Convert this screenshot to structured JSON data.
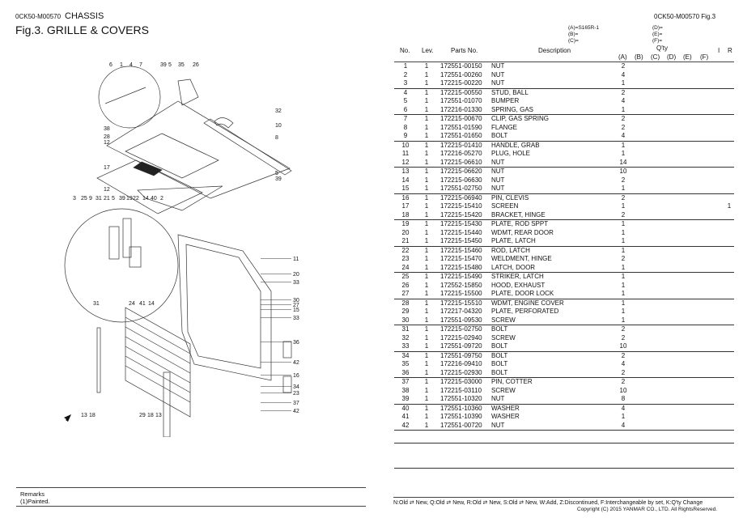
{
  "header": {
    "doc_code": "0CK50-M00570",
    "section": "CHASSIS",
    "figure_title": "Fig.3.  GRILLE & COVERS",
    "right_code": "0CK50-M00570   Fig.3",
    "models_left": [
      "(A)=S165R-1",
      "(B)=",
      "(C)="
    ],
    "models_right": [
      "(D)=",
      "(E)=",
      "(F)="
    ]
  },
  "table": {
    "columns": {
      "no": "No.",
      "lev": "Lev.",
      "parts_no": "Parts No.",
      "description": "Description",
      "qty": "Q'ty",
      "a": "(A)",
      "b": "(B)",
      "c": "(C)",
      "d": "(D)",
      "e": "(E)",
      "f": "(F)",
      "i": "I",
      "r": "R"
    },
    "rows": [
      {
        "no": "1",
        "lev": "1",
        "pn": "172551-00150",
        "desc": "NUT",
        "a": "2",
        "r": ""
      },
      {
        "no": "2",
        "lev": "1",
        "pn": "172551-00260",
        "desc": "NUT",
        "a": "4",
        "r": ""
      },
      {
        "no": "3",
        "lev": "1",
        "pn": "172215-00220",
        "desc": "NUT",
        "a": "1",
        "r": ""
      },
      {
        "no": "4",
        "lev": "1",
        "pn": "172215-00550",
        "desc": "STUD, BALL",
        "a": "2",
        "r": ""
      },
      {
        "no": "5",
        "lev": "1",
        "pn": "172551-01070",
        "desc": "BUMPER",
        "a": "4",
        "r": ""
      },
      {
        "no": "6",
        "lev": "1",
        "pn": "172216-01330",
        "desc": "SPRING, GAS",
        "a": "1",
        "r": ""
      },
      {
        "no": "7",
        "lev": "1",
        "pn": "172215-00670",
        "desc": "CLIP, GAS SPRING",
        "a": "2",
        "r": ""
      },
      {
        "no": "8",
        "lev": "1",
        "pn": "172551-01590",
        "desc": "FLANGE",
        "a": "2",
        "r": ""
      },
      {
        "no": "9",
        "lev": "1",
        "pn": "172551-01650",
        "desc": "BOLT",
        "a": "4",
        "r": ""
      },
      {
        "no": "10",
        "lev": "1",
        "pn": "172215-01410",
        "desc": "HANDLE, GRAB",
        "a": "1",
        "r": ""
      },
      {
        "no": "11",
        "lev": "1",
        "pn": "172216-05270",
        "desc": "PLUG, HOLE",
        "a": "1",
        "r": ""
      },
      {
        "no": "12",
        "lev": "1",
        "pn": "172215-06610",
        "desc": "NUT",
        "a": "14",
        "r": ""
      },
      {
        "no": "13",
        "lev": "1",
        "pn": "172215-06620",
        "desc": "NUT",
        "a": "10",
        "r": ""
      },
      {
        "no": "14",
        "lev": "1",
        "pn": "172215-06630",
        "desc": "NUT",
        "a": "2",
        "r": ""
      },
      {
        "no": "15",
        "lev": "1",
        "pn": "172551-02750",
        "desc": "NUT",
        "a": "1",
        "r": ""
      },
      {
        "no": "16",
        "lev": "1",
        "pn": "172215-06940",
        "desc": "PIN, CLEVIS",
        "a": "2",
        "r": ""
      },
      {
        "no": "17",
        "lev": "1",
        "pn": "172215-15410",
        "desc": "SCREEN",
        "a": "1",
        "r": "1"
      },
      {
        "no": "18",
        "lev": "1",
        "pn": "172215-15420",
        "desc": "BRACKET, HINGE",
        "a": "2",
        "r": ""
      },
      {
        "no": "19",
        "lev": "1",
        "pn": "172215-15430",
        "desc": "PLATE, ROD SPPT",
        "a": "1",
        "r": ""
      },
      {
        "no": "20",
        "lev": "1",
        "pn": "172215-15440",
        "desc": "WDMT, REAR DOOR",
        "a": "1",
        "r": ""
      },
      {
        "no": "21",
        "lev": "1",
        "pn": "172215-15450",
        "desc": "PLATE, LATCH",
        "a": "1",
        "r": ""
      },
      {
        "no": "22",
        "lev": "1",
        "pn": "172215-15460",
        "desc": "ROD, LATCH",
        "a": "1",
        "r": ""
      },
      {
        "no": "23",
        "lev": "1",
        "pn": "172215-15470",
        "desc": "WELDMENT, HINGE",
        "a": "2",
        "r": ""
      },
      {
        "no": "24",
        "lev": "1",
        "pn": "172215-15480",
        "desc": "LATCH, DOOR",
        "a": "1",
        "r": ""
      },
      {
        "no": "25",
        "lev": "1",
        "pn": "172215-15490",
        "desc": "STRIKER, LATCH",
        "a": "1",
        "r": ""
      },
      {
        "no": "26",
        "lev": "1",
        "pn": "172552-15850",
        "desc": "HOOD, EXHAUST",
        "a": "1",
        "r": ""
      },
      {
        "no": "27",
        "lev": "1",
        "pn": "172215-15500",
        "desc": "PLATE, DOOR LOCK",
        "a": "1",
        "r": ""
      },
      {
        "no": "28",
        "lev": "1",
        "pn": "172215-15510",
        "desc": "WDMT, ENGINE COVER",
        "a": "1",
        "r": ""
      },
      {
        "no": "29",
        "lev": "1",
        "pn": "172217-04320",
        "desc": "PLATE, PERFORATED",
        "a": "1",
        "r": ""
      },
      {
        "no": "30",
        "lev": "1",
        "pn": "172551-09530",
        "desc": "SCREW",
        "a": "1",
        "r": ""
      },
      {
        "no": "31",
        "lev": "1",
        "pn": "172215-02750",
        "desc": "BOLT",
        "a": "2",
        "r": ""
      },
      {
        "no": "32",
        "lev": "1",
        "pn": "172215-02940",
        "desc": "SCREW",
        "a": "2",
        "r": ""
      },
      {
        "no": "33",
        "lev": "1",
        "pn": "172551-09720",
        "desc": "BOLT",
        "a": "10",
        "r": ""
      },
      {
        "no": "34",
        "lev": "1",
        "pn": "172551-09750",
        "desc": "BOLT",
        "a": "2",
        "r": ""
      },
      {
        "no": "35",
        "lev": "1",
        "pn": "172216-09410",
        "desc": "BOLT",
        "a": "4",
        "r": ""
      },
      {
        "no": "36",
        "lev": "1",
        "pn": "172215-02930",
        "desc": "BOLT",
        "a": "2",
        "r": ""
      },
      {
        "no": "37",
        "lev": "1",
        "pn": "172215-03000",
        "desc": "PIN, COTTER",
        "a": "2",
        "r": ""
      },
      {
        "no": "38",
        "lev": "1",
        "pn": "172215-03110",
        "desc": "SCREW",
        "a": "10",
        "r": ""
      },
      {
        "no": "39",
        "lev": "1",
        "pn": "172551-10320",
        "desc": "NUT",
        "a": "8",
        "r": ""
      },
      {
        "no": "40",
        "lev": "1",
        "pn": "172551-10360",
        "desc": "WASHER",
        "a": "4",
        "r": ""
      },
      {
        "no": "41",
        "lev": "1",
        "pn": "172551-10390",
        "desc": "WASHER",
        "a": "1",
        "r": ""
      },
      {
        "no": "42",
        "lev": "1",
        "pn": "172551-00720",
        "desc": "NUT",
        "a": "4",
        "r": ""
      }
    ]
  },
  "diagram": {
    "callouts": [
      {
        "t": "6"
      },
      {
        "t": "1"
      },
      {
        "t": "4"
      },
      {
        "t": "7"
      },
      {
        "t": "39"
      },
      {
        "t": "5"
      },
      {
        "t": "35"
      },
      {
        "t": "26"
      },
      {
        "t": "32"
      },
      {
        "t": "10"
      },
      {
        "t": "38"
      },
      {
        "t": "28"
      },
      {
        "t": "12"
      },
      {
        "t": "8"
      },
      {
        "t": "17"
      },
      {
        "t": "5"
      },
      {
        "t": "39"
      },
      {
        "t": "12"
      },
      {
        "t": "3"
      },
      {
        "t": "25"
      },
      {
        "t": "9"
      },
      {
        "t": "31"
      },
      {
        "t": "21"
      },
      {
        "t": "5"
      },
      {
        "t": "39"
      },
      {
        "t": "19"
      },
      {
        "t": "22"
      },
      {
        "t": "14"
      },
      {
        "t": "40"
      },
      {
        "t": "2"
      },
      {
        "t": "31"
      },
      {
        "t": "24"
      },
      {
        "t": "41"
      },
      {
        "t": "14"
      },
      {
        "t": "11"
      },
      {
        "t": "20"
      },
      {
        "t": "33"
      },
      {
        "t": "30"
      },
      {
        "t": "27"
      },
      {
        "t": "15"
      },
      {
        "t": "33"
      },
      {
        "t": "36"
      },
      {
        "t": "42"
      },
      {
        "t": "16"
      },
      {
        "t": "34"
      },
      {
        "t": "23"
      },
      {
        "t": "37"
      },
      {
        "t": "42"
      },
      {
        "t": "13"
      },
      {
        "t": "18"
      },
      {
        "t": "29"
      },
      {
        "t": "18"
      },
      {
        "t": "13"
      }
    ],
    "front_arrow": "front-direction-arrow"
  },
  "remarks": {
    "title": "Remarks",
    "lines": [
      "(1)Painted."
    ]
  },
  "footer": {
    "legend": "N:Old ⇄ New, Q:Old ⇄ New, R:Old ⇄ New, S:Old ⇄ New, W:Add, Z:Discontinued, F:Interchangeable by set, K:Q'ty Change",
    "copyright": "Copyright (C) 2015 YANMAR CO., LTD. All RightsReserved."
  }
}
